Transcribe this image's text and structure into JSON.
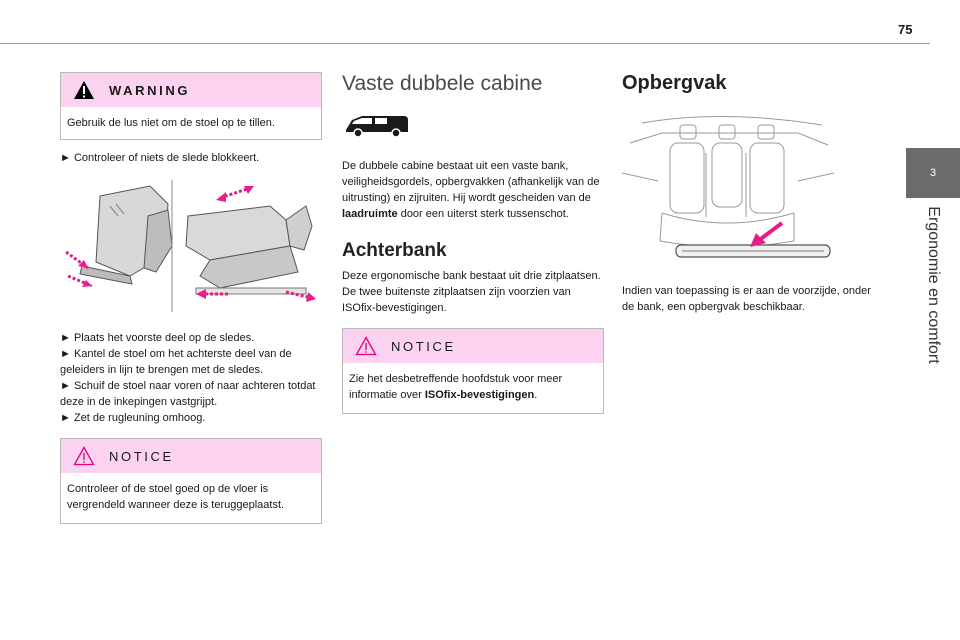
{
  "page": {
    "number": "75"
  },
  "chapter": {
    "tab_number": "3",
    "title": "Ergonomie en comfort"
  },
  "col1": {
    "warning": {
      "label": "WARNING",
      "text": "Gebruik de lus niet om de stoel op te tillen."
    },
    "step0": "► Controleer of niets de slede blokkeert.",
    "steps": [
      "► Plaats het voorste deel op de sledes.",
      "► Kantel de stoel om het achterste deel van de geleiders in lijn te brengen met de sledes.",
      "► Schuif de stoel naar voren of naar achteren totdat deze in de inkepingen vastgrijpt.",
      "► Zet de rugleuning omhoog."
    ],
    "notice": {
      "label": "NOTICE",
      "text": "Controleer of de stoel goed op de vloer is vergrendeld wanneer deze is teruggeplaatst."
    }
  },
  "col2": {
    "title": "Vaste dubbele cabine",
    "intro_pre": "De dubbele cabine bestaat uit een vaste bank, veiligheidsgordels, opbergvakken (afhankelijk van de uitrusting) en zijruiten. Hij wordt gescheiden van de ",
    "intro_bold": "laadruimte",
    "intro_post": " door een uiterst sterk tussenschot.",
    "heading2": "Achterbank",
    "bank_line1": "Deze ergonomische bank bestaat uit drie zitplaatsen.",
    "bank_line2": "De twee buitenste zitplaatsen zijn voorzien van ISOfix-bevestigingen.",
    "notice": {
      "label": "NOTICE",
      "text_pre": "Zie het desbetreffende hoofdstuk voor meer informatie over ",
      "text_bold": "ISOfix-bevestigingen",
      "text_post": "."
    }
  },
  "col3": {
    "title": "Opbergvak",
    "text": "Indien van toepassing is er aan de voorzijde, onder de bank, een opbergvak beschikbaar."
  },
  "colors": {
    "callout_pink": "#fbd2ef",
    "arrow_magenta": "#e61e8c",
    "chapter_tab": "#6b6b6b",
    "warning_icon": "#e6007e"
  },
  "icons": [
    "warning-triangle-icon",
    "van-icon"
  ]
}
